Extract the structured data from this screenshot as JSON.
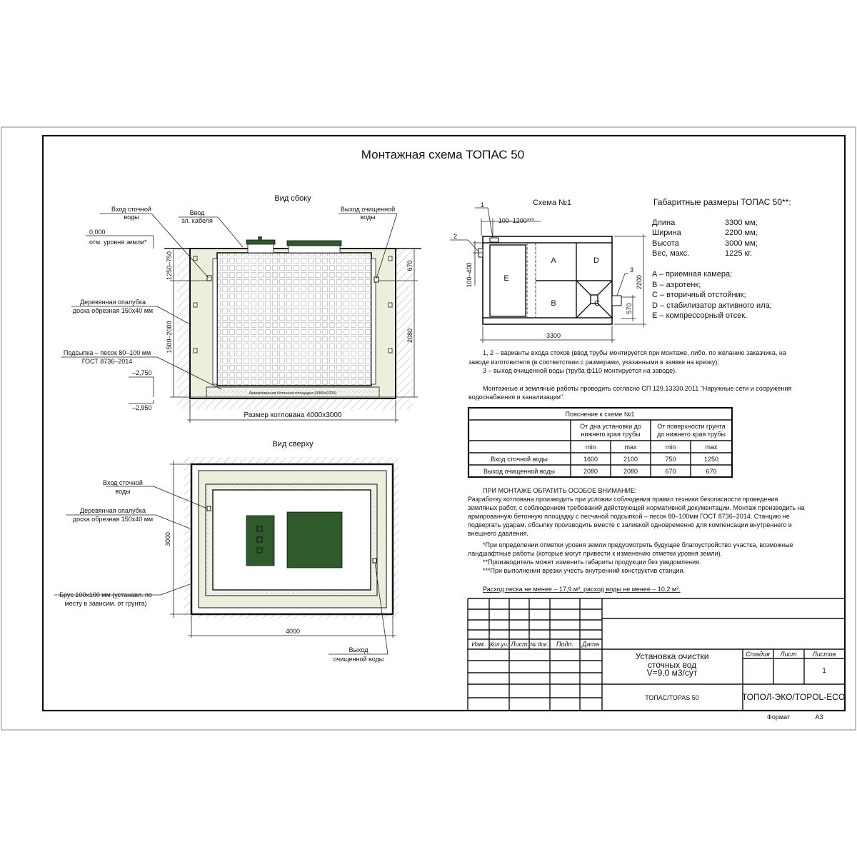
{
  "title": "Монтажная схема ТОПАС 50",
  "side_view": {
    "heading": "Вид сбоку",
    "inlet_label": [
      "Вход сточной",
      "воды"
    ],
    "cable_label": [
      "Ввод",
      "эл. кабеля"
    ],
    "outlet_label": [
      "Выход очищенной",
      "воды"
    ],
    "ground_level": [
      "0,000",
      "отм. уровня земли*"
    ],
    "formwork_label": [
      "Деревянная опалубка",
      "доска обрезная 150х40 мм"
    ],
    "sand_label": [
      "Подсыпка – песок 80–100 мм",
      "ГОСТ 8736–2014"
    ],
    "level_1": "–2,750",
    "level_2": "–2,950",
    "dim_top": "1250–750",
    "dim_mid": "1500–2000",
    "dim_right_top": "670",
    "dim_right": "2080",
    "pad_label": "Армированная бетонная площадка (3400х2200)",
    "pit_size": "Размер котлована 4000х3000"
  },
  "top_view": {
    "heading": "Вид сверху",
    "inlet_label": [
      "Вход сточной",
      "воды"
    ],
    "formwork_label": [
      "Деревянная опалубка",
      "доска обрезная 150х40 мм"
    ],
    "beam_label": [
      "Брус 100х100 мм (устанавл. по",
      "месту в зависим. от грунта)"
    ],
    "outlet_label": [
      "Выход",
      "очищенной воды"
    ],
    "dim_height": "3000",
    "dim_width": "4000"
  },
  "scheme": {
    "heading": "Схема №1",
    "callouts": [
      "1",
      "2",
      "3"
    ],
    "dim_inlet": "100–1200***",
    "dim_side": "100–400",
    "dim_width": "2200",
    "dim_outlet": "570",
    "dim_length": "3300",
    "sections": [
      "A",
      "B",
      "C",
      "D",
      "E"
    ]
  },
  "dimensions": {
    "heading": "Габаритные размеры ТОПАС 50**:",
    "rows": [
      {
        "label": "Длина",
        "value": "3300 мм;"
      },
      {
        "label": "Ширина",
        "value": "2200 мм;"
      },
      {
        "label": "Высота",
        "value": "3000 мм;"
      },
      {
        "label": "Вес, макс.",
        "value": "1225 кг."
      }
    ],
    "legend": [
      "A – приемная камера;",
      "B – аэротенк;",
      "C – вторичный отстойник;",
      "D – стабилизатор активного ила;",
      "E – компрессорный отсек."
    ]
  },
  "notes": {
    "inlet_variants": [
      "1, 2 – варианты входа  стоков (ввод трубы монтируется при монтаже, либо, по желанию заказчика, на",
      "заводе изготовителя (в соответствии с размерами, указанными в заявке на врезку);",
      "3 – выход очищенной воды (труба ф110 монтируется на заводе)."
    ],
    "regulation": [
      "Монтажные и земляные работы проводить согласно СП 129.13330.2011 \"Наружные сети и сооружения",
      "водоснабжения и канализации\"."
    ],
    "attention": [
      "ПРИ МОНТАЖЕ ОБРАТИТЬ ОСОБОЕ ВНИМАНИЕ:",
      "Разработку котлована производить при условии соблюдения правил техники безопасности проведения",
      "земляных работ, с соблюдением требований действующей нормативной документации.  Монтаж производить на",
      "армированную бетонную площадку с песчаной подсыпкой – песок 80–100мм ГОСТ 8736–2014. Станцию не",
      "подвергать ударам, обсыпку производить вместе с заливкой одновременно для компенсации внутреннего и",
      "внешнего давления.",
      "*При определении отметки уровня земли предусмотреть будущее благоустройство участка, возможные",
      "ландшафтные работы (которые могут привести к изменению отметки уровня земли).",
      "**Производитель может изменить габариты продукции без уведомления.",
      "***При выполнении врезки учесть внутренний конструктив станции."
    ],
    "consumption": "Расход песка не менее – 17,9 м³, расход воды не менее – 10,2 м³."
  },
  "table": {
    "title": "Пояснение к схеме №1",
    "group_headers": [
      [
        "От дна установки до",
        "нижнего края трубы"
      ],
      [
        "От поверхности грунта",
        "до нижнего края трубы"
      ]
    ],
    "sub_headers": [
      "min",
      "max",
      "min",
      "max"
    ],
    "rows": [
      {
        "label": "Вход сточной воды",
        "values": [
          "1600",
          "2100",
          "750",
          "1250"
        ]
      },
      {
        "label": "Выход очищенной воды",
        "values": [
          "2080",
          "2080",
          "670",
          "670"
        ]
      }
    ]
  },
  "title_block": {
    "columns": [
      "Изм.",
      "Кол.уч.",
      "Лист",
      "№ док.",
      "Подп.",
      "Дата"
    ],
    "name": [
      "Установка очистки",
      "сточных вод",
      "V=9,0 м3/сут"
    ],
    "stage_headers": [
      "Стадия",
      "Лист",
      "Листов"
    ],
    "sheets": "1",
    "product": "ТОПАС/TOPAS 50",
    "company": "ТОПОЛ-ЭКО/TOPOL-ECO",
    "format_label": "Формат",
    "format": "А3"
  },
  "colors": {
    "green": "#2f5a2c",
    "sand": "#eeeedd",
    "frame": "#111111"
  }
}
